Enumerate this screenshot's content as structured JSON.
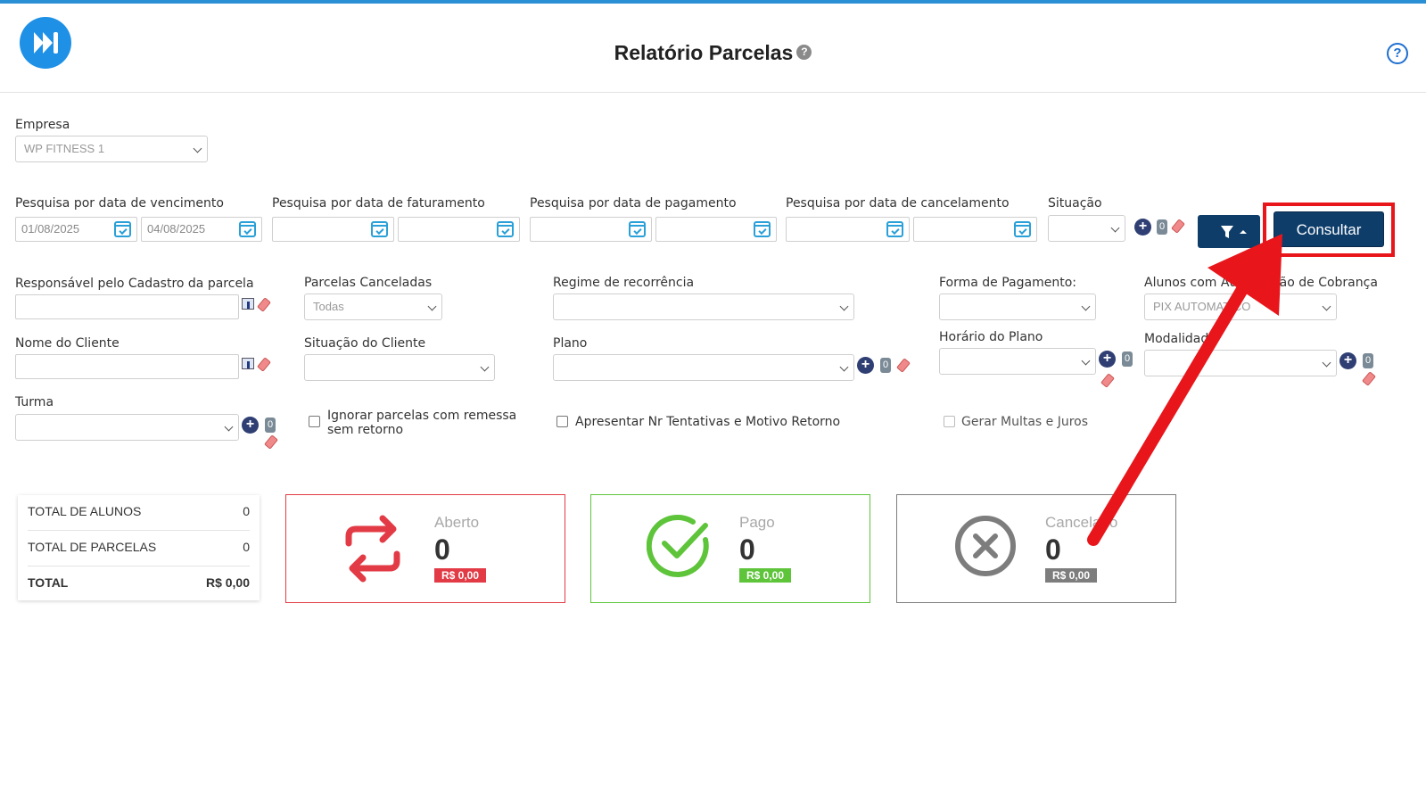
{
  "header": {
    "title": "Relatório Parcelas",
    "title_help": "?",
    "help": "?"
  },
  "empresa": {
    "label": "Empresa",
    "value": "WP FITNESS 1"
  },
  "dates": {
    "vencimento": {
      "label": "Pesquisa por data de vencimento",
      "from": "01/08/2025",
      "to": "04/08/2025"
    },
    "faturamento": {
      "label": "Pesquisa por data de faturamento",
      "from": "",
      "to": ""
    },
    "pagamento": {
      "label": "Pesquisa por data de pagamento",
      "from": "",
      "to": ""
    },
    "cancelamento": {
      "label": "Pesquisa por data de cancelamento",
      "from": "",
      "to": ""
    }
  },
  "situacao": {
    "label": "Situação",
    "value": "",
    "count": "0"
  },
  "buttons": {
    "consultar": "Consultar"
  },
  "row2": {
    "responsavel": {
      "label": "Responsável pelo Cadastro da parcela",
      "value": ""
    },
    "parcelas_canceladas": {
      "label": "Parcelas Canceladas",
      "value": "Todas"
    },
    "regime": {
      "label": "Regime de recorrência",
      "value": ""
    },
    "forma_pagamento": {
      "label": "Forma de Pagamento:",
      "value": ""
    },
    "alunos_autorizacao": {
      "label": "Alunos com Autorização de Cobrança",
      "value": "PIX AUTOMATICO"
    }
  },
  "row3": {
    "nome_cliente": {
      "label": "Nome do Cliente",
      "value": ""
    },
    "situacao_cliente": {
      "label": "Situação do Cliente",
      "value": ""
    },
    "plano": {
      "label": "Plano",
      "value": "",
      "count": "0"
    },
    "horario_plano": {
      "label": "Horário do Plano",
      "value": "",
      "count": "0"
    },
    "modalidade": {
      "label": "Modalidade",
      "value": "",
      "count": "0"
    }
  },
  "row4": {
    "turma": {
      "label": "Turma",
      "value": "",
      "count": "0"
    },
    "ignorar": "Ignorar parcelas com remessa sem retorno",
    "apresentar": "Apresentar Nr Tentativas e Motivo Retorno",
    "gerar": "Gerar Multas e Juros"
  },
  "totals": [
    {
      "label": "TOTAL DE ALUNOS",
      "value": "0"
    },
    {
      "label": "TOTAL DE PARCELAS",
      "value": "0"
    },
    {
      "label": "TOTAL",
      "value": "R$ 0,00"
    }
  ],
  "cards": {
    "aberto": {
      "label": "Aberto",
      "value": "0",
      "amount": "R$ 0,00",
      "color": "#e23b46"
    },
    "pago": {
      "label": "Pago",
      "value": "0",
      "amount": "R$ 0,00",
      "color": "#5ec43a"
    },
    "cancelado": {
      "label": "Cancelado",
      "value": "0",
      "amount": "R$ 0,00",
      "color": "#7d7d7d"
    }
  }
}
